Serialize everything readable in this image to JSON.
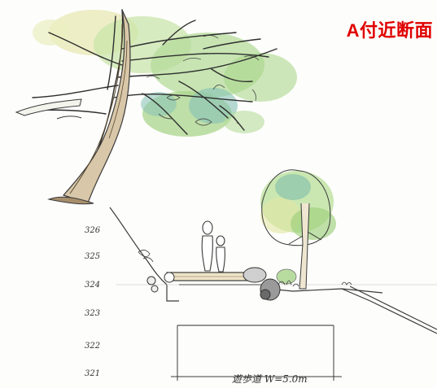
{
  "title": "A付近断面",
  "elevations": [
    "326",
    "325",
    "324",
    "323",
    "322",
    "321"
  ],
  "dimension_label": "遊歩道 W=5.0m",
  "colors": {
    "title": "#e00000",
    "ink": "#3a3a3a",
    "foliage_green": "#9ccf7a",
    "foliage_teal": "#6fb6a8",
    "foliage_yellow": "#e3e6a4",
    "trunk": "#b9a07c"
  }
}
